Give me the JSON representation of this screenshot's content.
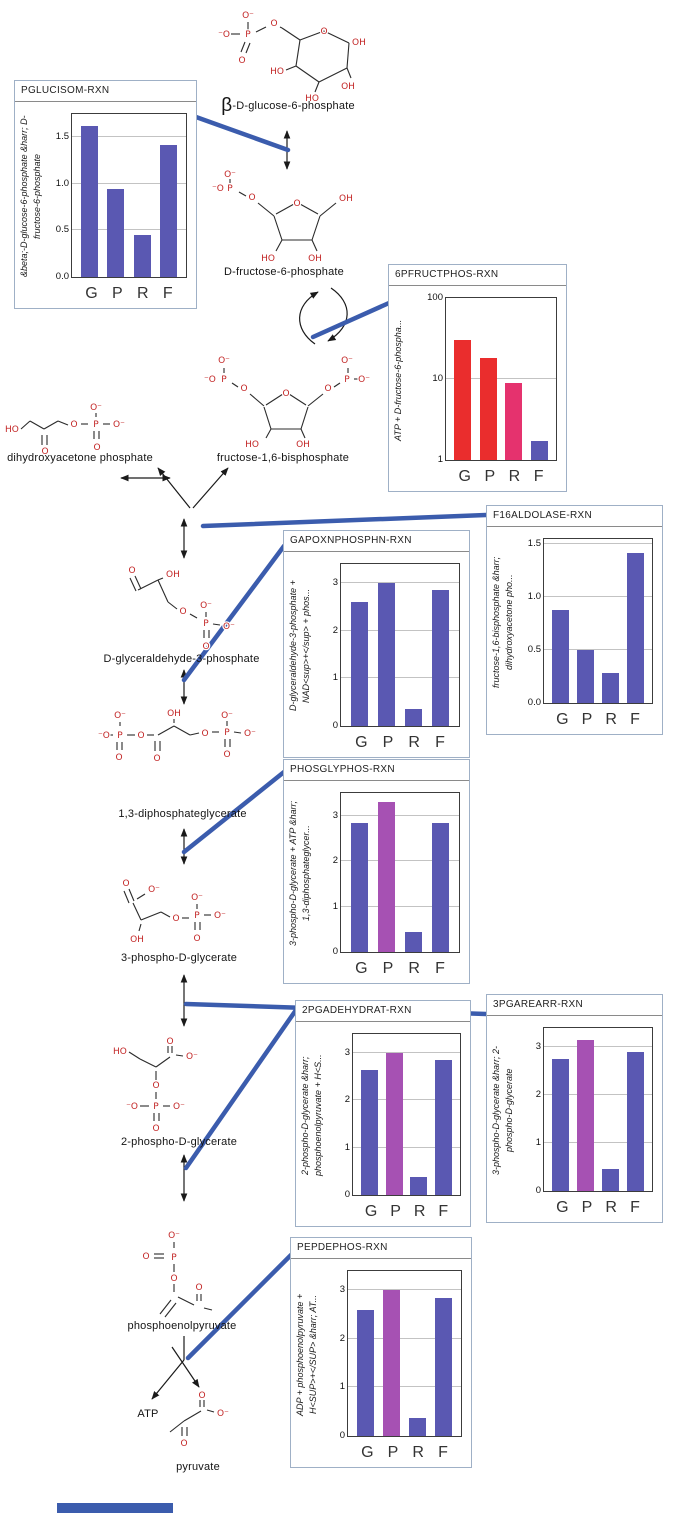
{
  "colors": {
    "bar_blue": "#5a58b2",
    "bar_magenta": "#a651b3",
    "bar_red": "#ea2d2d",
    "bar_crimson": "#e5326e",
    "connector_blue": "#3b5cad"
  },
  "atoms": {
    "O": "O",
    "OH": "OH",
    "HO": "HO",
    "P": "P",
    "O_minus": "O⁻",
    "minus_O": "⁻O"
  },
  "metabolites": {
    "beta": "β",
    "glucose6p_rest": "-D-glucose-6-phosphate",
    "fructose6p": "D-fructose-6-phosphate",
    "f16bp": "fructose-1,6-bisphosphate",
    "dhap": "dihydroxyacetone phosphate",
    "g3p": "D-glyceraldehyde-3-phosphate",
    "dpg13": "1,3-diphosphateglycerate",
    "pg3": "3-phospho-D-glycerate",
    "pg2": "2-phospho-D-glycerate",
    "pep": "phosphoenolpyruvate",
    "atp": "ATP",
    "pyruvate": "pyruvate"
  },
  "chart_data": {
    "pglucisom": {
      "type": "bar",
      "title": "PGLUCISOM-RXN",
      "ylabel": "&beta;-D-glucose-6-phosphate &harr; D-fructose-6-phosphate",
      "categories": [
        "G",
        "P",
        "R",
        "F"
      ],
      "values": [
        1.62,
        0.95,
        0.45,
        1.42
      ],
      "colors": [
        "#5a58b2",
        "#5a58b2",
        "#5a58b2",
        "#5a58b2"
      ],
      "scale": "linear",
      "ylim": [
        0,
        1.75
      ],
      "ticks": [
        0,
        0.5,
        1,
        1.5
      ],
      "tick_labels": [
        "0.0",
        "0.5",
        "1.0",
        "1.5"
      ]
    },
    "6pfructphos": {
      "type": "bar",
      "title": "6PFRUCTPHOS-RXN",
      "ylabel": "ATP + D-fructose-6-phospha...",
      "categories": [
        "G",
        "P",
        "R",
        "F"
      ],
      "values": [
        30,
        18,
        9,
        1.7
      ],
      "colors": [
        "#ea2d2d",
        "#ea2d2d",
        "#e5326e",
        "#5a58b2"
      ],
      "scale": "log",
      "ylim": [
        1,
        100
      ],
      "ticks": [
        1,
        10,
        100
      ],
      "tick_labels": [
        "1",
        "10",
        "100"
      ]
    },
    "f16aldolase": {
      "type": "bar",
      "title": "F16ALDOLASE-RXN",
      "ylabel": "fructose-1,6-bisphosphate &harr; dihydroxyacetone pho...",
      "categories": [
        "G",
        "P",
        "R",
        "F"
      ],
      "values": [
        0.88,
        0.5,
        0.28,
        1.42
      ],
      "colors": [
        "#5a58b2",
        "#5a58b2",
        "#5a58b2",
        "#5a58b2"
      ],
      "scale": "linear",
      "ylim": [
        0,
        1.55
      ],
      "ticks": [
        0,
        0.5,
        1,
        1.5
      ],
      "tick_labels": [
        "0.0",
        "0.5",
        "1.0",
        "1.5"
      ]
    },
    "gapoxnphosphn": {
      "type": "bar",
      "title": "GAPOXNPHOSPHN-RXN",
      "ylabel": "D-glyceraldehyde-3-phosphate + NAD<sup>+</sup> + phos...",
      "categories": [
        "G",
        "P",
        "R",
        "F"
      ],
      "values": [
        2.6,
        3.0,
        0.35,
        2.85
      ],
      "colors": [
        "#5a58b2",
        "#5a58b2",
        "#5a58b2",
        "#5a58b2"
      ],
      "scale": "linear",
      "ylim": [
        0,
        3.4
      ],
      "ticks": [
        0,
        1,
        2,
        3
      ],
      "tick_labels": [
        "0",
        "1",
        "2",
        "3"
      ]
    },
    "phosglyphos": {
      "type": "bar",
      "title": "PHOSGLYPHOS-RXN",
      "ylabel": "3-phospho-D-glycerate + ATP &harr; 1,3-diphosphateglycer...",
      "categories": [
        "G",
        "P",
        "R",
        "F"
      ],
      "values": [
        2.85,
        3.3,
        0.45,
        2.85
      ],
      "colors": [
        "#5a58b2",
        "#a651b3",
        "#5a58b2",
        "#5a58b2"
      ],
      "scale": "linear",
      "ylim": [
        0,
        3.5
      ],
      "ticks": [
        0,
        1,
        2,
        3
      ],
      "tick_labels": [
        "0",
        "1",
        "2",
        "3"
      ]
    },
    "2pgadehydrat": {
      "type": "bar",
      "title": "2PGADEHYDRAT-RXN",
      "ylabel": "2-phospho-D-glycerate &harr; phosphoenolpyruvate + H<S...",
      "categories": [
        "G",
        "P",
        "R",
        "F"
      ],
      "values": [
        2.65,
        3.0,
        0.38,
        2.85
      ],
      "colors": [
        "#5a58b2",
        "#a651b3",
        "#5a58b2",
        "#5a58b2"
      ],
      "scale": "linear",
      "ylim": [
        0,
        3.4
      ],
      "ticks": [
        0,
        1,
        2,
        3
      ],
      "tick_labels": [
        "0",
        "1",
        "2",
        "3"
      ]
    },
    "3pgarearr": {
      "type": "bar",
      "title": "3PGAREARR-RXN",
      "ylabel": "3-phospho-D-glycerate &harr; 2-phospho-D-glycerate",
      "categories": [
        "G",
        "P",
        "R",
        "F"
      ],
      "values": [
        2.75,
        3.15,
        0.45,
        2.9
      ],
      "colors": [
        "#5a58b2",
        "#a651b3",
        "#5a58b2",
        "#5a58b2"
      ],
      "scale": "linear",
      "ylim": [
        0,
        3.4
      ],
      "ticks": [
        0,
        1,
        2,
        3
      ],
      "tick_labels": [
        "0",
        "1",
        "2",
        "3"
      ]
    },
    "pepdephos": {
      "type": "bar",
      "title": "PEPDEPHOS-RXN",
      "ylabel": "ADP + phosphoenolpyruvate + H<SUP>+</SUP> &harr; AT...",
      "categories": [
        "G",
        "P",
        "R",
        "F"
      ],
      "values": [
        2.6,
        3.0,
        0.38,
        2.85
      ],
      "colors": [
        "#5a58b2",
        "#a651b3",
        "#5a58b2",
        "#5a58b2"
      ],
      "scale": "linear",
      "ylim": [
        0,
        3.4
      ],
      "ticks": [
        0,
        1,
        2,
        3
      ],
      "tick_labels": [
        "0",
        "1",
        "2",
        "3"
      ]
    }
  }
}
